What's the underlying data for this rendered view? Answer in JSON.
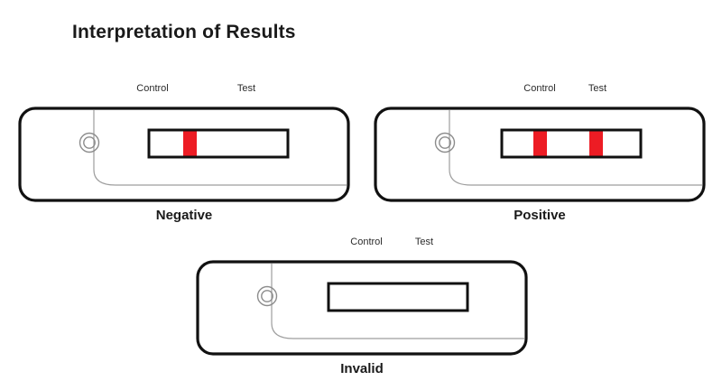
{
  "page": {
    "title": "Interpretation of Results",
    "background_color": "#ffffff",
    "text_color": "#1a1a1a"
  },
  "colors": {
    "band_red": "#ED1C24",
    "casing_outline": "#111111",
    "casing_fill": "#ffffff",
    "inner_contour": "#9e9e9e",
    "window_outline": "#111111",
    "well_ring": "#8c8c8c"
  },
  "labels": {
    "control": "Control",
    "test": "Test"
  },
  "cassettes": [
    {
      "id": "negative",
      "caption": "Negative",
      "control_label": "Control",
      "test_label": "Test",
      "control_band": true,
      "test_band": false,
      "band_count": 1,
      "window_empty": false
    },
    {
      "id": "positive",
      "caption": "Positive",
      "control_label": "Control",
      "test_label": "Test",
      "control_band": true,
      "test_band": true,
      "band_count": 2,
      "window_empty": false
    },
    {
      "id": "invalid",
      "caption": "Invalid",
      "control_label": "Control",
      "test_label": "Test",
      "control_band": false,
      "test_band": false,
      "band_count": 0,
      "window_empty": true
    }
  ]
}
